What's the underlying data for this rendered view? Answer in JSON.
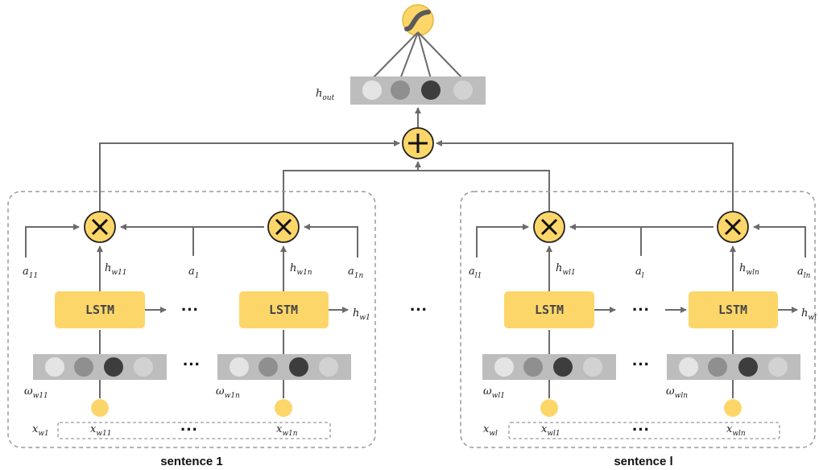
{
  "colors": {
    "accent_yellow": "#fdd66a",
    "yellow_stroke": "#e4b838",
    "arrow_gray": "#6b6b6b",
    "vector_bg": "#bdbdbd",
    "cell_light": "#e4e4e4",
    "cell_mid": "#8f8f8f",
    "cell_dark": "#3d3d3d",
    "cell_lighter": "#d2d2d2"
  },
  "blocks": [
    {
      "caption": "sentence 1",
      "lstm_label": "LSTM",
      "a_left": "a",
      "a_left_sub": "11",
      "a_mid": "a",
      "a_mid_sub": "1",
      "a_right": "a",
      "a_right_sub": "1n",
      "h_first": "h",
      "h_first_sub": "w11",
      "h_last": "h",
      "h_last_sub": "w1n",
      "h_out_right": "h",
      "h_out_right_sub": "w1",
      "w_first": "ω",
      "w_first_sub": "w11",
      "w_last": "ω",
      "w_last_sub": "w1n",
      "x_block": "x",
      "x_block_sub": "w1",
      "x_first": "x",
      "x_first_sub": "w11",
      "x_last": "x",
      "x_last_sub": "w1n"
    },
    {
      "caption": "sentence l",
      "lstm_label": "LSTM",
      "a_left": "a",
      "a_left_sub": "l1",
      "a_mid": "a",
      "a_mid_sub": "l",
      "a_right": "a",
      "a_right_sub": "ln",
      "h_first": "h",
      "h_first_sub": "wl1",
      "h_last": "h",
      "h_last_sub": "wln",
      "h_out_right": "h",
      "h_out_right_sub": "wl",
      "w_first": "ω",
      "w_first_sub": "wl1",
      "w_last": "ω",
      "w_last_sub": "wln",
      "x_block": "x",
      "x_block_sub": "wl",
      "x_first": "x",
      "x_first_sub": "wl1",
      "x_last": "x",
      "x_last_sub": "wln"
    }
  ],
  "output": {
    "label": "h",
    "label_sub": "out"
  },
  "operators": {
    "sum_symbol": "+",
    "product_symbol": "×"
  },
  "ellipsis": "···",
  "icons": {
    "top": "sigmoid-icon",
    "sum": "plus-circle-icon",
    "product": "multiply-circle-icon"
  }
}
